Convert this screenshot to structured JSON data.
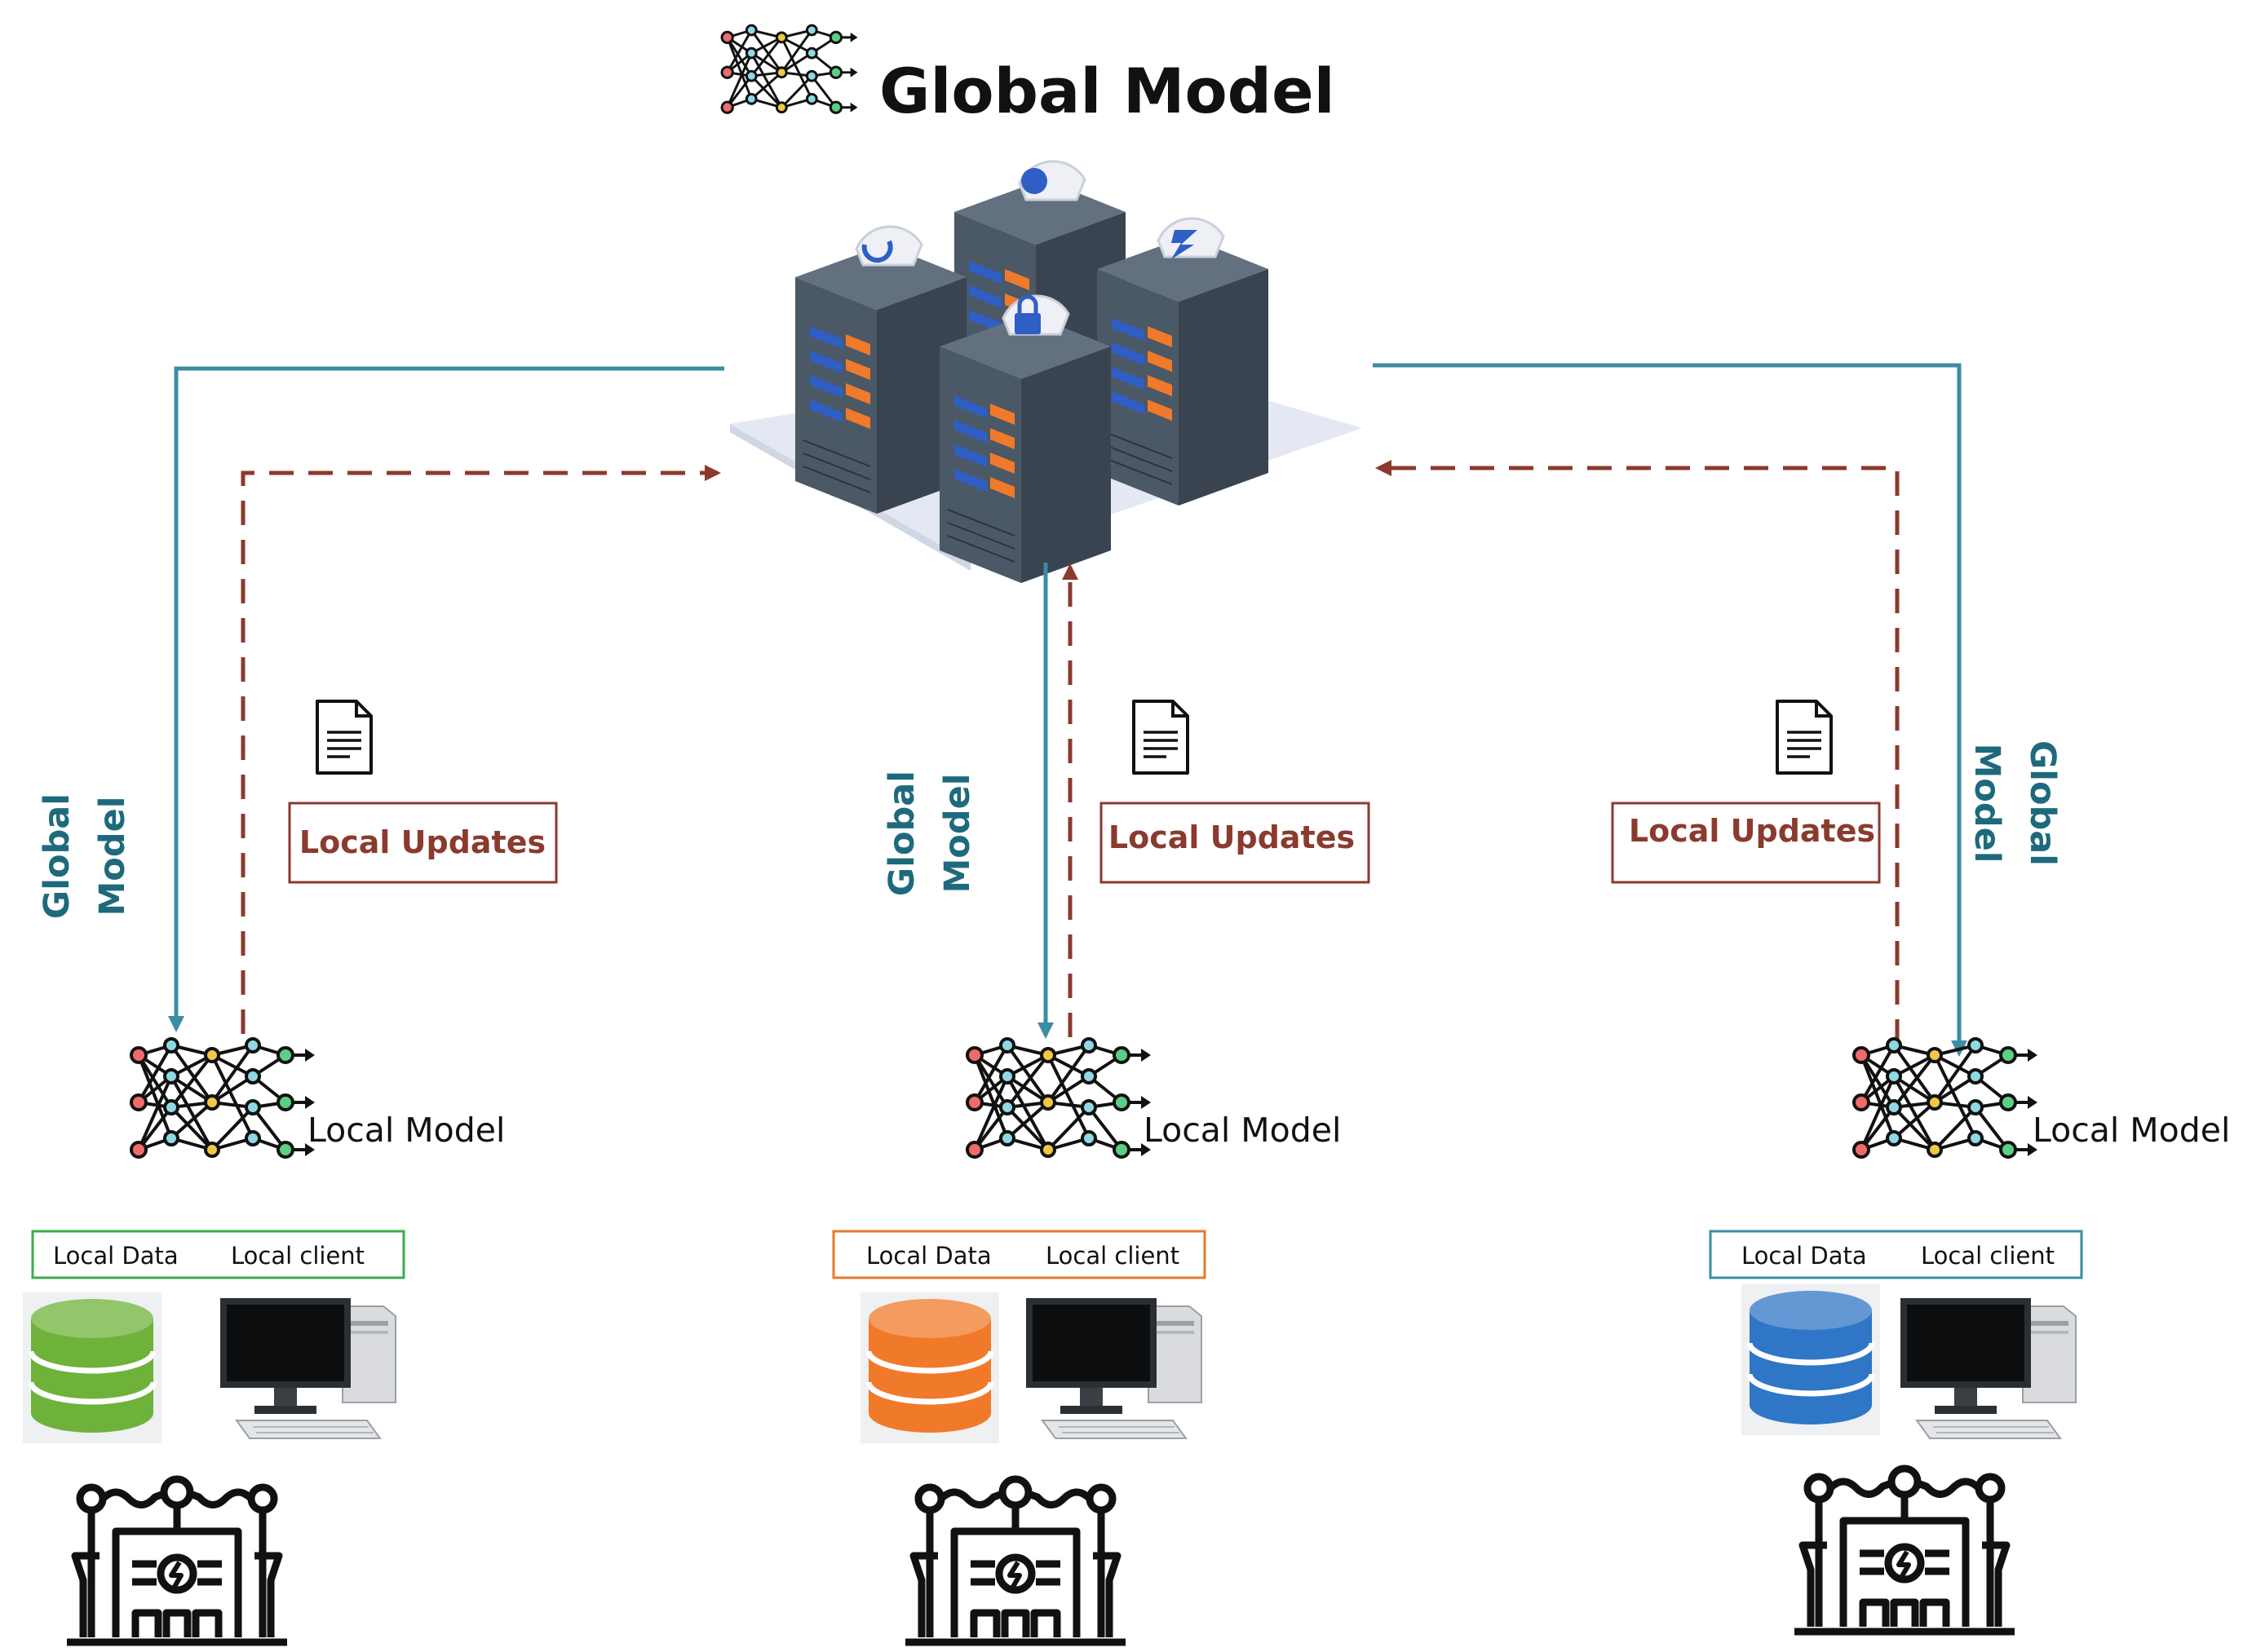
{
  "title": "Global Model",
  "colors": {
    "global_arrow": "#3a8da3",
    "update_arrow": "#8b3a2e",
    "global_label": "#1e6a7c"
  },
  "icons": {
    "model": "neural-network-icon",
    "server": "server-cluster-icon",
    "document": "document-icon",
    "database": "database-icon",
    "computer": "desktop-computer-icon",
    "factory": "power-plant-icon"
  },
  "clients": [
    {
      "global_label_line1": "Global",
      "global_label_line2": "Model",
      "updates_label": "Local Updates",
      "model_label": "Local Model",
      "data_label": "Local Data",
      "client_label": "Local client",
      "accent": "#3aad4a",
      "db_color": "#6fb23a"
    },
    {
      "global_label_line1": "Global",
      "global_label_line2": "Model",
      "updates_label": "Local Updates",
      "model_label": "Local Model",
      "data_label": "Local Data",
      "client_label": "Local client",
      "accent": "#e9792b",
      "db_color": "#f07a2a"
    },
    {
      "global_label_line1": "Global",
      "global_label_line2": "Model",
      "updates_label": "Local Updates",
      "model_label": "Local Model",
      "data_label": "Local Data",
      "client_label": "Local client",
      "accent": "#3a8da3",
      "db_color": "#2f76c6"
    }
  ]
}
